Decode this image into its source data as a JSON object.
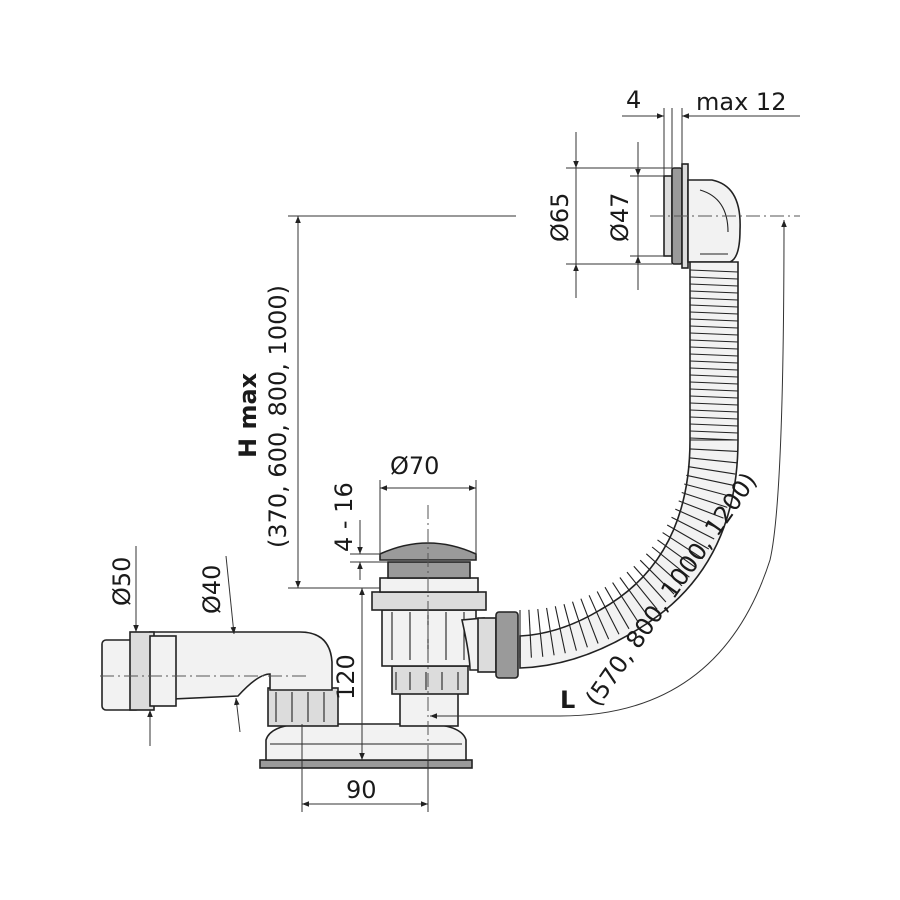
{
  "labels": {
    "w4": "4",
    "max12": "max 12",
    "d65": "Ø65",
    "d47": "Ø47",
    "hmax": "H max",
    "hvals": "(370, 600, 800, 1000)",
    "h416": "4 - 16",
    "d70": "Ø70",
    "d50": "Ø50",
    "d40": "Ø40",
    "h120": "120",
    "w90": "90",
    "lbold": "L",
    "lvals": "(570, 800, 1000, 1200)"
  }
}
